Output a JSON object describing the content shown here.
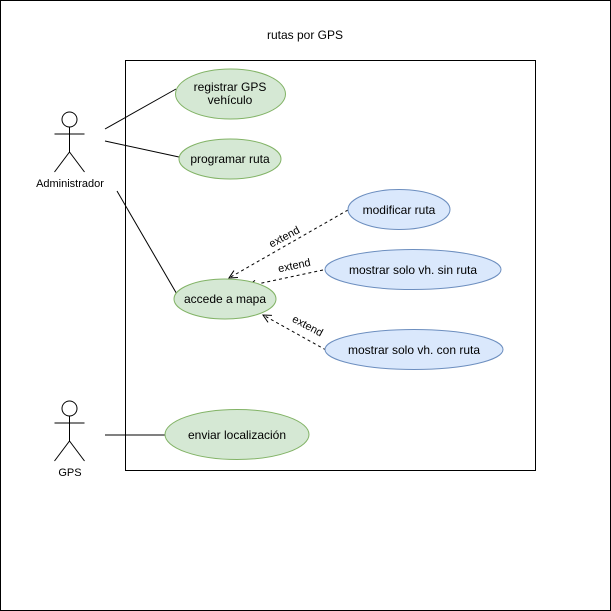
{
  "diagram": {
    "title": "rutas por GPS",
    "actors": {
      "admin": {
        "label": "Administrador"
      },
      "gps": {
        "label": "GPS"
      }
    },
    "use_cases": {
      "registrar": {
        "line1": "registrar GPS",
        "line2": "vehículo"
      },
      "programar": {
        "label": "programar ruta"
      },
      "accede": {
        "label": "accede a mapa"
      },
      "modificar": {
        "label": "modificar ruta"
      },
      "sin_ruta": {
        "label": "mostrar solo vh. sin ruta"
      },
      "con_ruta": {
        "label": "mostrar solo vh. con ruta"
      },
      "enviar": {
        "label": "enviar localización"
      }
    },
    "relations": {
      "extend_label": "extend"
    },
    "colors": {
      "primary_fill": "#d5e8d4",
      "primary_stroke": "#82b366",
      "extension_fill": "#dae8fc",
      "extension_stroke": "#6c8ebf"
    }
  }
}
